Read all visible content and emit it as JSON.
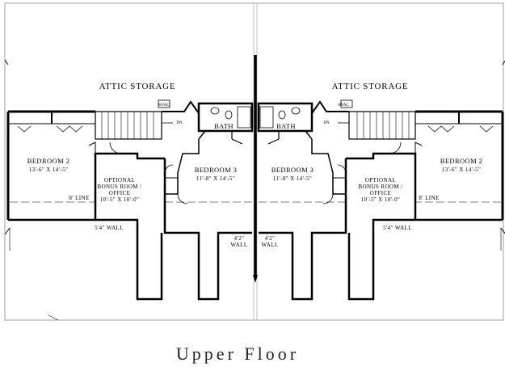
{
  "caption": "Upper Floor",
  "units": [
    {
      "attic": "ATTIC STORAGE",
      "bath": "BATH",
      "dn": "DN",
      "hvac": "HVAC",
      "bedroom2_name": "BEDROOM 2",
      "bedroom2_dims": "13'-6\" X 14'-5\"",
      "bedroom3_name": "BEDROOM 3",
      "bedroom3_dims": "11'-8\" X 14'-5\"",
      "bonus_line1": "OPTIONAL",
      "bonus_line2": "BONUS ROOM /",
      "bonus_line3": "OFFICE",
      "bonus_dims": "10'-5\" X 10'-0\"",
      "line_label": "8' LINE",
      "wall54": "5'4\" WALL",
      "wall42_a": "4'2\"",
      "wall42_b": "WALL"
    },
    {
      "attic": "ATTIC STORAGE",
      "bath": "BATH",
      "dn": "DN",
      "hvac": "HVAC",
      "bedroom2_name": "BEDROOM 2",
      "bedroom2_dims": "13'-6\" X 14'-5\"",
      "bedroom3_name": "BEDROOM 3",
      "bedroom3_dims": "11'-8\" X 14'-5\"",
      "bonus_line1": "OPTIONAL",
      "bonus_line2": "BONUS ROOM /",
      "bonus_line3": "OFFICE",
      "bonus_dims": "10'-5\" X 10'-0\"",
      "line_label": "8' LINE",
      "wall54": "5'4\" WALL",
      "wall42_a": "4'2\"",
      "wall42_b": "WALL"
    }
  ]
}
